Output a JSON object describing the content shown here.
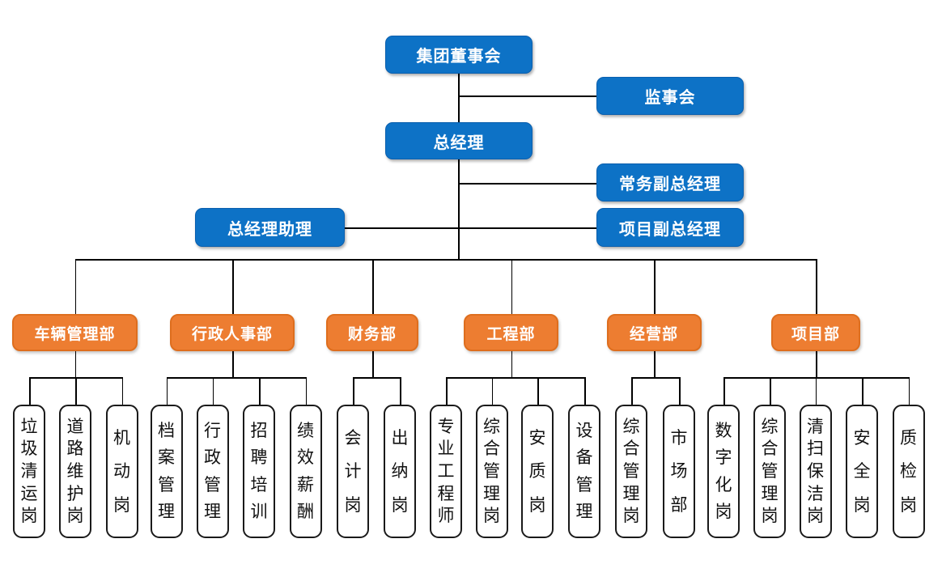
{
  "colors": {
    "primary_blue": "#0D72C6",
    "accent_orange": "#ED7D31",
    "line": "#000000",
    "position_box_border": "#1A1A1A",
    "position_text": "#111111",
    "text_on_color": "#FFFFFF"
  },
  "executives": {
    "board": "集团董事会",
    "supervisory": "监事会",
    "gm": "总经理",
    "executive_deputy_gm": "常务副总经理",
    "project_deputy_gm": "项目副总经理",
    "gm_assistant": "总经理助理"
  },
  "departments": [
    {
      "label": "车辆管理部",
      "children": [
        "垃圾清运岗",
        "道路维护岗",
        "机动岗"
      ]
    },
    {
      "label": "行政人事部",
      "children": [
        "档案管理",
        "行政管理",
        "招聘培训",
        "绩效薪酬"
      ]
    },
    {
      "label": "财务部",
      "children": [
        "会计岗",
        "出纳岗"
      ]
    },
    {
      "label": "工程部",
      "children": [
        "专业工程师",
        "综合管理岗",
        "安质岗",
        "设备管理"
      ]
    },
    {
      "label": "经营部",
      "children": [
        "综合管理岗",
        "市场部"
      ]
    },
    {
      "label": "项目部",
      "children": [
        "数字化岗",
        "综合管理岗",
        "清扫保洁岗",
        "安全岗",
        "质检岗"
      ]
    }
  ]
}
